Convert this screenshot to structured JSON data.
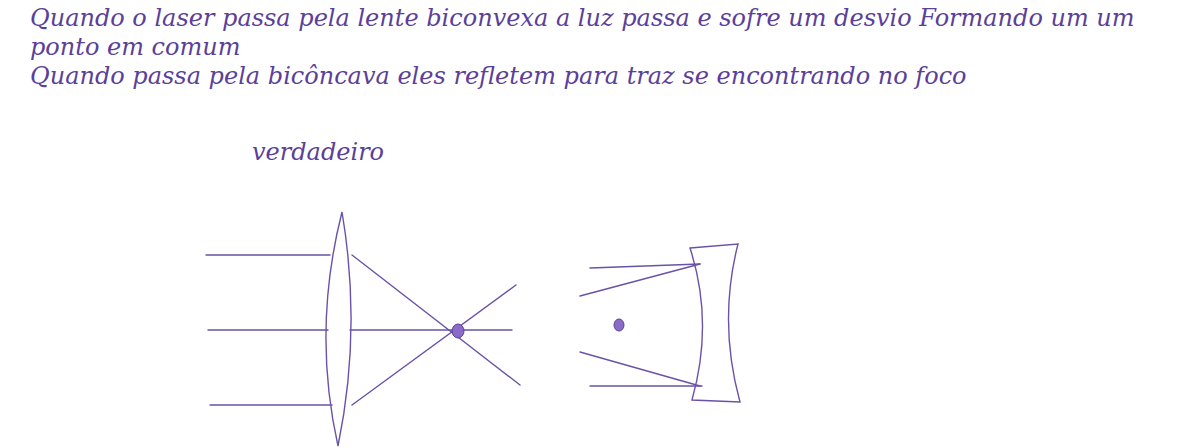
{
  "diagram": {
    "labels": [
      "Quando o laser passa pela lente biconvexa a luz passa e sofre um desvio Formando um um ponto em comum",
      "Quando passa pela bicôncava eles refletem para traz se encontrando no foco",
      "verdadeiro"
    ]
  }
}
